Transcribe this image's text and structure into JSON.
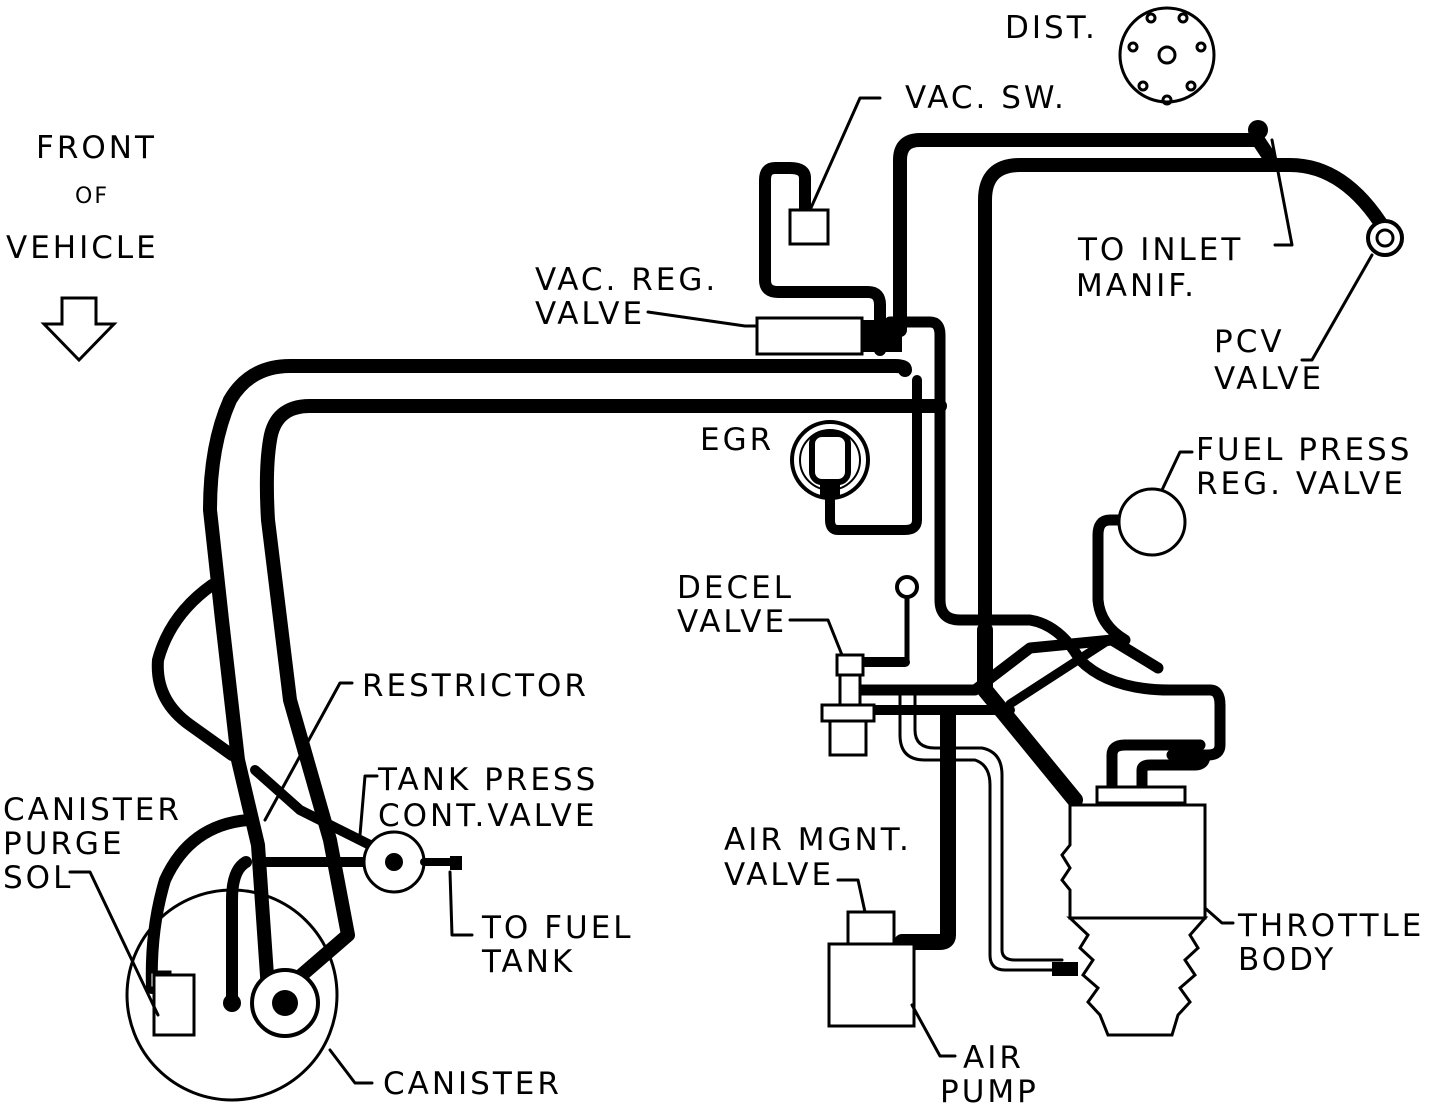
{
  "orientation": {
    "line1": "FRONT",
    "line2": "OF",
    "line3": "VEHICLE"
  },
  "labels": {
    "dist": "DIST.",
    "vac_sw": "VAC. SW.",
    "to_inlet_1": "TO INLET",
    "to_inlet_2": "MANIF.",
    "vac_reg_1": "VAC. REG.",
    "vac_reg_2": "VALVE",
    "pcv_1": "PCV",
    "pcv_2": "VALVE",
    "egr": "EGR",
    "fuel_press_1": "FUEL PRESS",
    "fuel_press_2": "REG. VALVE",
    "decel_1": "DECEL",
    "decel_2": "VALVE",
    "restrictor": "RESTRICTOR",
    "tank_press_1": "TANK PRESS",
    "tank_press_2": "CONT.VALVE",
    "canister_purge_1": "CANISTER",
    "canister_purge_2": "PURGE",
    "canister_purge_3": "SOL",
    "to_fuel_1": "TO FUEL",
    "to_fuel_2": "TANK",
    "air_mgnt_1": "AIR MGNT.",
    "air_mgnt_2": "VALVE",
    "throttle_1": "THROTTLE",
    "throttle_2": "BODY",
    "air_pump_1": "AIR",
    "air_pump_2": "PUMP",
    "canister": "CANISTER"
  },
  "colors": {
    "ink": "#000000",
    "paper": "#ffffff"
  }
}
